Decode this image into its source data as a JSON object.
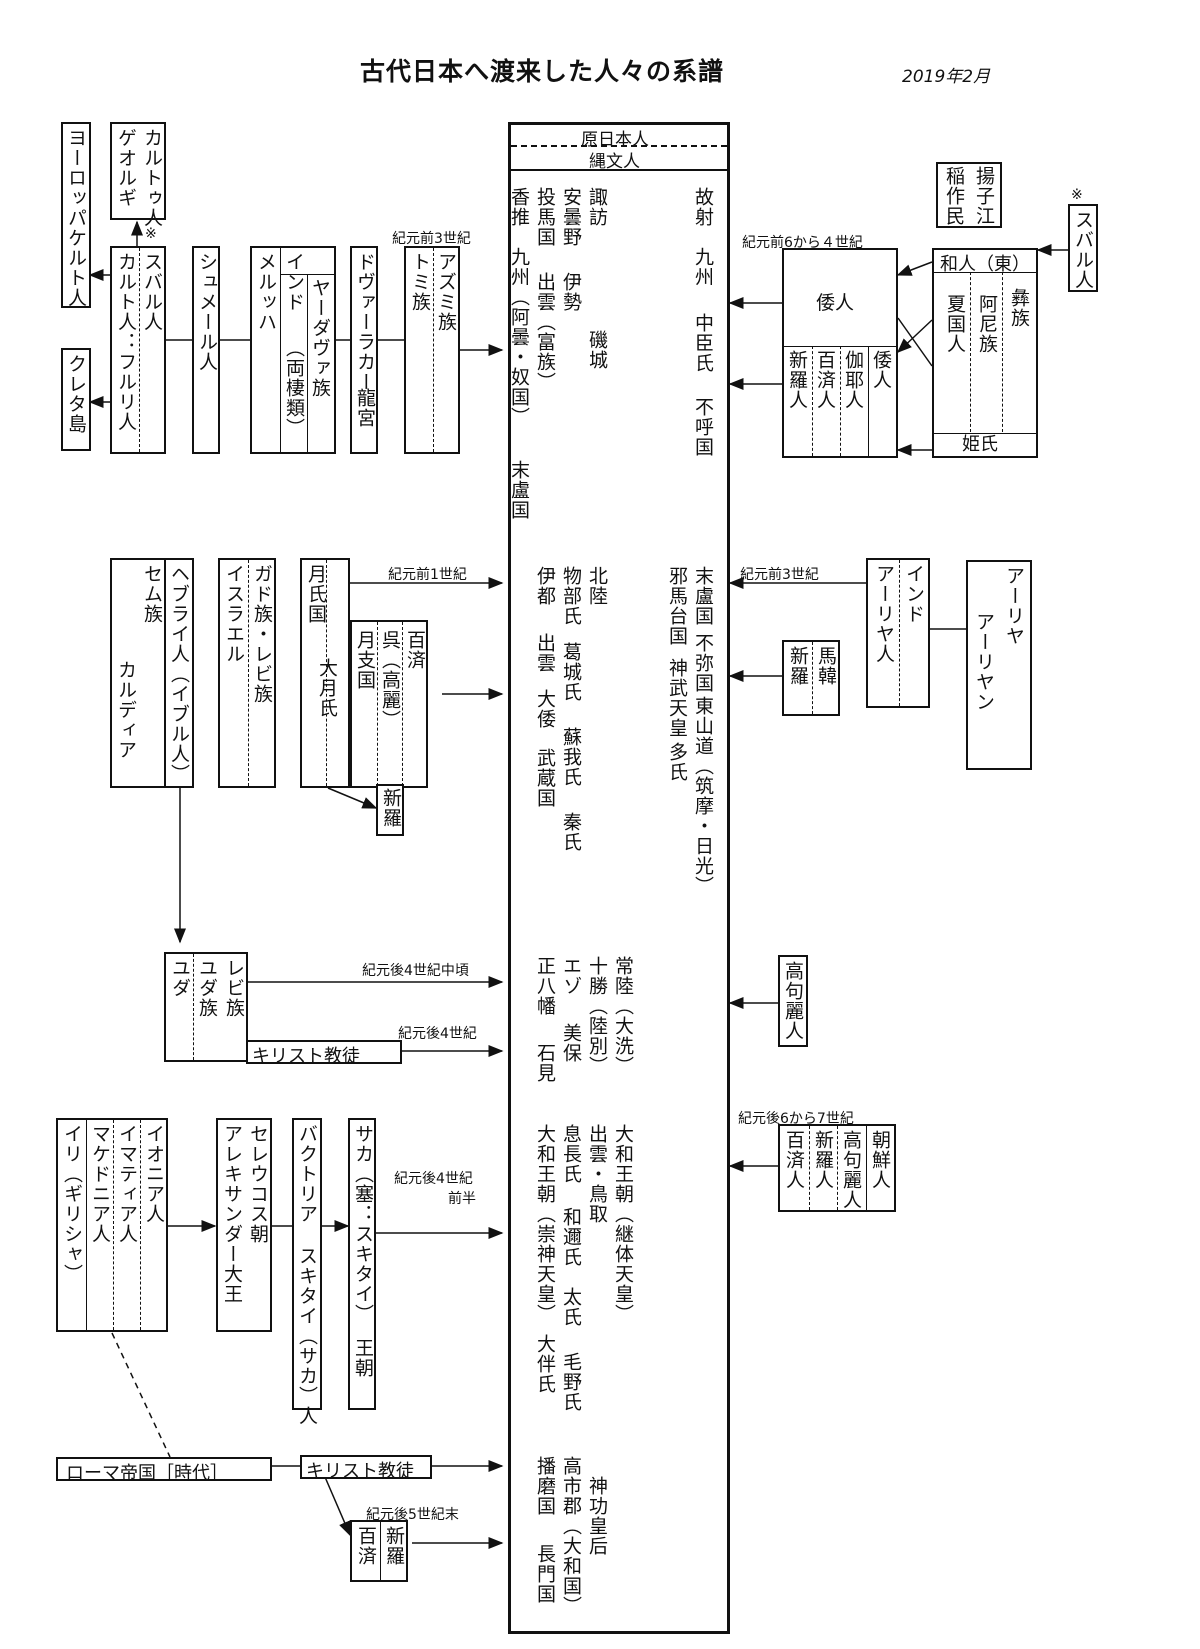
{
  "title": "古代日本へ渡来した人々の系譜",
  "date": "2019年2月",
  "center": {
    "header1": "原日本人",
    "header2": "縄文人",
    "groups": [
      {
        "cols": [
          "故射",
          "九州",
          "中臣氏",
          "不呼国"
        ]
      },
      {
        "cols": [
          "諏訪",
          "安曇野",
          "投馬国",
          "香推"
        ]
      },
      {
        "cols": [
          "伊勢",
          "磯城"
        ]
      },
      {
        "cols": [
          "出雲（富族）"
        ]
      },
      {
        "cols": [
          "九州（阿曇・奴国）",
          "末盧国"
        ]
      },
      {
        "cols": [
          "末盧国",
          "不弥国",
          "東山道（筑摩・日光）"
        ]
      },
      {
        "cols": [
          "邪馬台国",
          "神武天皇",
          "多氏"
        ]
      },
      {
        "cols": [
          "北陸",
          "物部氏",
          "葛城氏",
          "蘇我氏",
          "秦氏"
        ]
      },
      {
        "cols": [
          "伊都",
          "出雲",
          "大倭",
          "武蔵国"
        ]
      },
      {
        "cols": [
          "常陸（大洗）",
          "十勝（陸別）",
          "エゾ",
          "美保"
        ]
      },
      {
        "cols": [
          "正八幡",
          "石見"
        ]
      },
      {
        "cols": [
          "大和王朝（継体天皇）",
          "出雲・鳥取",
          "息長氏",
          "和邇氏",
          "太氏",
          "毛野氏"
        ]
      },
      {
        "cols": [
          "大和王朝（崇神天皇）",
          "大伴氏"
        ]
      },
      {
        "cols": [
          "神功皇后",
          "高市郡（大和国）",
          "播磨国",
          "長門国"
        ]
      }
    ]
  },
  "left1": {
    "europe": "ヨーロッパケルト人",
    "crete": "クレタ島",
    "celt": [
      "カルトゥ人",
      "ゲオルギ"
    ],
    "subaru": [
      "スバル人",
      "カルト人：フルリ人"
    ],
    "sumer": "シュメール人",
    "india": [
      "インド",
      "メルッハ",
      "ヤーダヴァ族",
      "（両棲類）"
    ],
    "dravida": [
      "ドヴァーラカー",
      "龍宮"
    ],
    "azumi": [
      "アズミ族",
      "トミ族"
    ],
    "label": "紀元前3世紀"
  },
  "right1": {
    "label": "紀元前6から４世紀",
    "wajin_box": "倭人",
    "koreans": [
      "新羅人",
      "百済人",
      "伽耶人",
      "倭人"
    ],
    "wajin_east": "和人（東）",
    "yangtze": [
      "稲作民",
      "揚子江"
    ],
    "cols": [
      "夏国人",
      "阿尼族",
      "彝族"
    ],
    "ji": "姫氏",
    "subaru": "スバル人",
    "asterisk": "※"
  },
  "left2": {
    "semite": [
      "セム族",
      "カルディア"
    ],
    "hebrew": "ヘブライ人（イブル人）",
    "israel": [
      "ガド族・レビ族",
      "イスラエル"
    ],
    "yuezhi": [
      "月氏国",
      "大月氏"
    ],
    "sub": [
      "百済",
      "呉（高麗）",
      "月支国"
    ],
    "silla": "新羅",
    "label": "紀元前1世紀"
  },
  "right2": {
    "label": "紀元前3世紀",
    "india": [
      "インド",
      "アーリヤ人"
    ],
    "arya": [
      "アーリヤ",
      "アーリヤン"
    ],
    "mahan": [
      "馬韓",
      "新羅"
    ]
  },
  "left3": {
    "levi": [
      "レビ族",
      "ユダ族",
      "ユダ"
    ],
    "christ": "キリスト教徒",
    "label1": "紀元後4世紀中頃",
    "label2": "紀元後4世紀"
  },
  "right3": {
    "goguryeo": "高句麗人"
  },
  "left4": {
    "iri": [
      "イオニア人",
      "イマティア人",
      "マケドニア人",
      "イリ（ギリシャ）"
    ],
    "seleucid": [
      "セレウコス朝",
      "アレキサンダー大王"
    ],
    "bactria": [
      "バクトリア",
      "スキタイ（サカ）人"
    ],
    "saka": [
      "サカ（塞：スキタイ）",
      "王朝"
    ],
    "label": "紀元後4世紀",
    "label_b": "前半"
  },
  "right4": {
    "label": "紀元後6から7世紀",
    "cols": [
      "朝鮮人",
      "高句麗人",
      "新羅人",
      "百済人"
    ]
  },
  "bottom": {
    "rome": "ローマ帝国［時代］",
    "christ": "キリスト教徒",
    "label": "紀元後5世紀末",
    "kor": [
      "新羅",
      "百済"
    ]
  }
}
